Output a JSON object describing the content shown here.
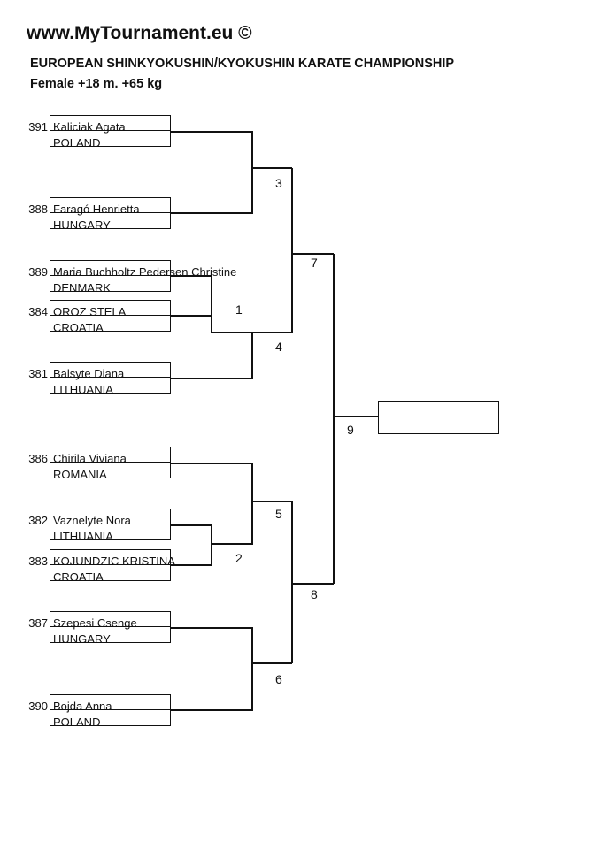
{
  "header": {
    "site": "www.MyTournament.eu ©",
    "title": "EUROPEAN SHINKYOKUSHIN/KYOKUSHIN KARATE CHAMPIONSHIP",
    "subtitle": "Female +18 m. +65 kg"
  },
  "competitors": [
    {
      "seed": "391",
      "name": "Kaliciak Agata",
      "country": "POLAND"
    },
    {
      "seed": "388",
      "name": "Faragó Henrietta",
      "country": "HUNGARY"
    },
    {
      "seed": "389",
      "name": "Maria Buchholtz Pedersen Christine",
      "country": "DENMARK"
    },
    {
      "seed": "384",
      "name": "OROZ STELA",
      "country": "CROATIA"
    },
    {
      "seed": "381",
      "name": "Balsyte Diana",
      "country": "LITHUANIA"
    },
    {
      "seed": "386",
      "name": "Chirila Viviana",
      "country": "ROMANIA"
    },
    {
      "seed": "382",
      "name": "Vaznelyte Nora",
      "country": "LITHUANIA"
    },
    {
      "seed": "383",
      "name": "KOJUNDZIC KRISTINA",
      "country": "CROATIA"
    },
    {
      "seed": "387",
      "name": "Szepesi Csenge",
      "country": "HUNGARY"
    },
    {
      "seed": "390",
      "name": "Bojda Anna",
      "country": "POLAND"
    }
  ],
  "matches": [
    "1",
    "2",
    "3",
    "4",
    "5",
    "6",
    "7",
    "8",
    "9"
  ]
}
